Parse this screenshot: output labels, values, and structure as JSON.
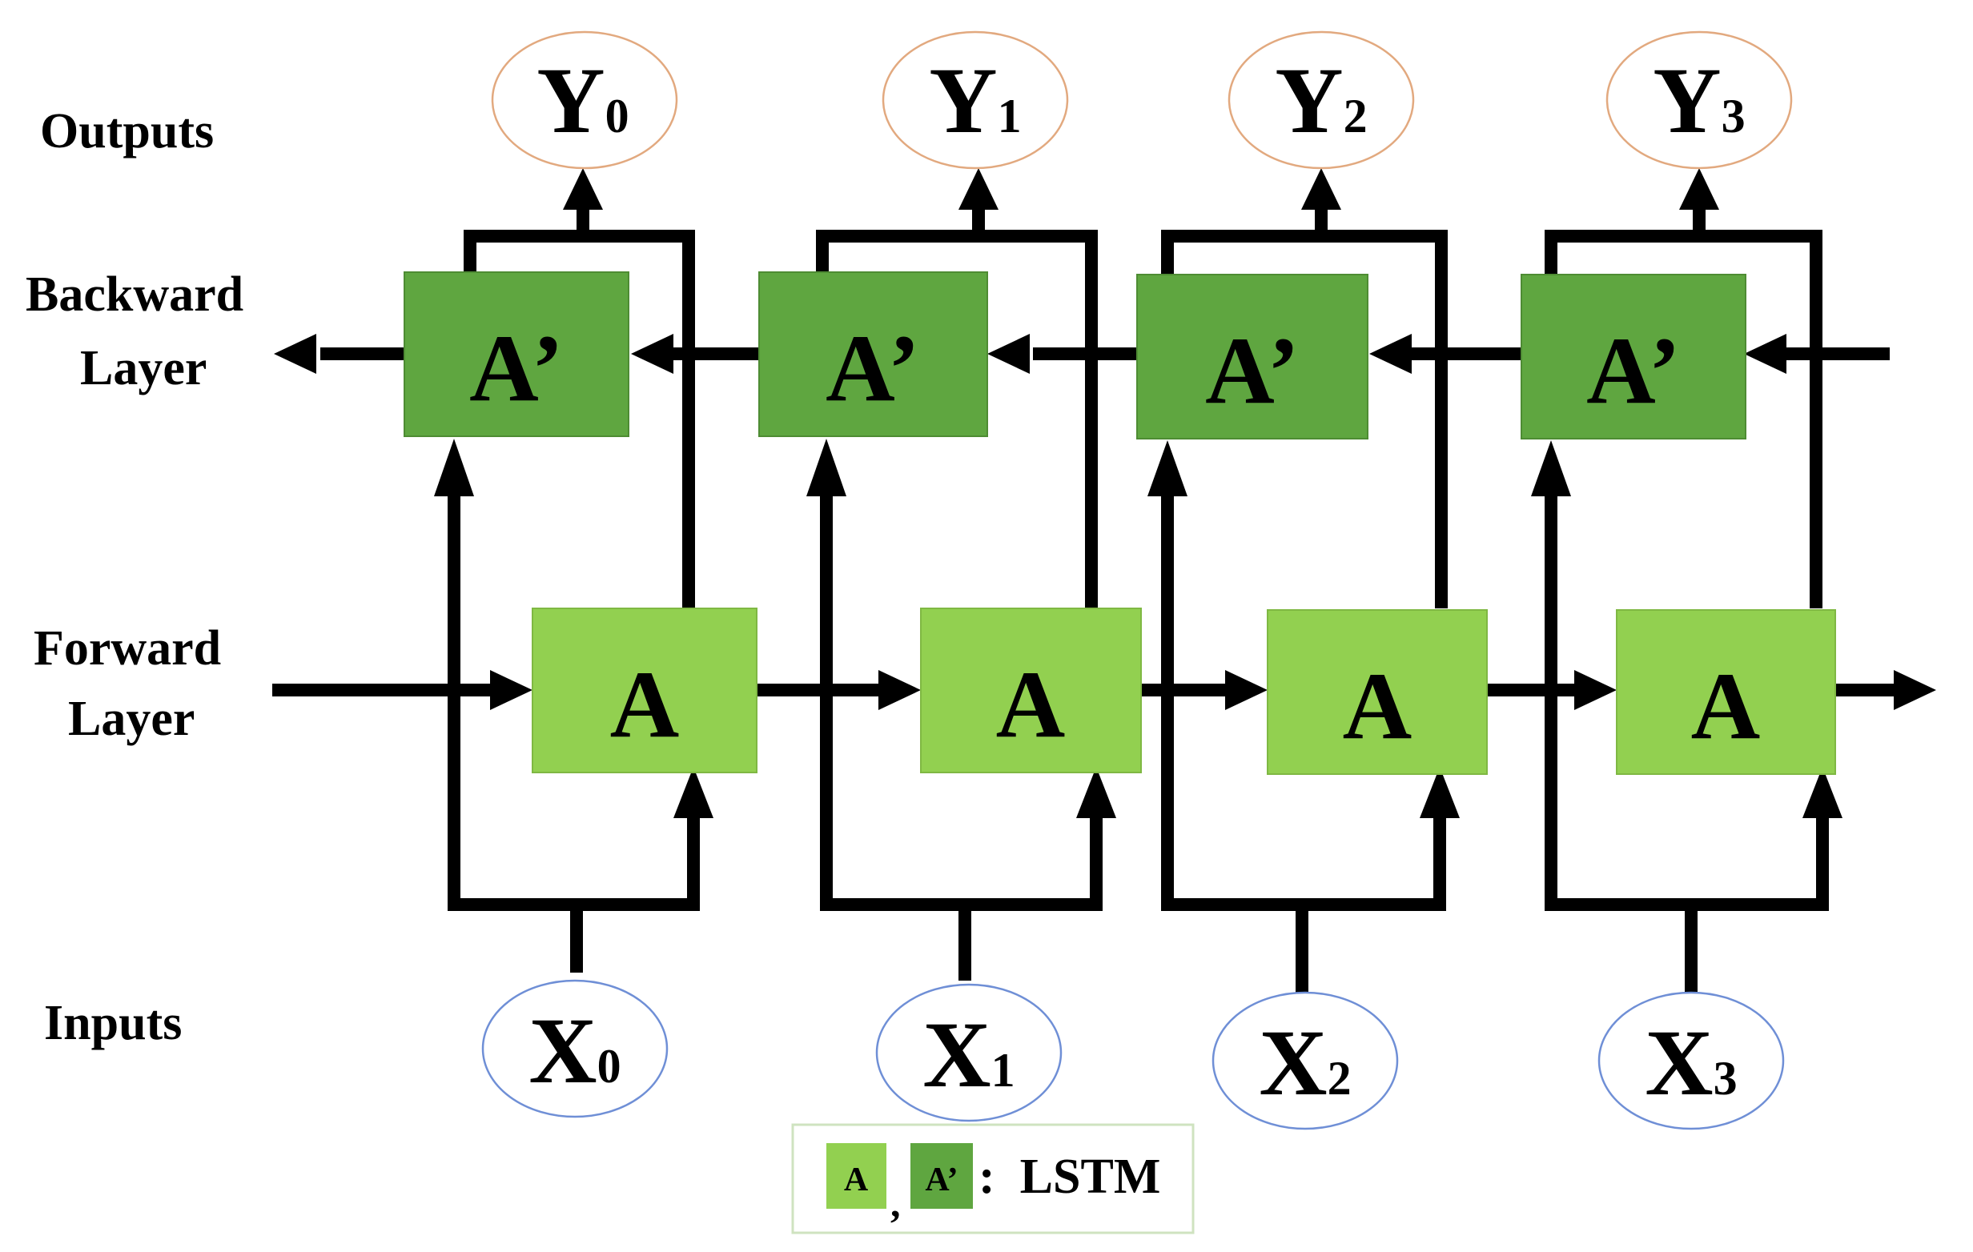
{
  "labels": {
    "outputs": "Outputs",
    "backward_line1": "Backward",
    "backward_line2": "Layer",
    "forward_line1": "Forward",
    "forward_line2": "Layer",
    "inputs": "Inputs"
  },
  "cells": {
    "forward": [
      "A",
      "A",
      "A",
      "A"
    ],
    "backward": [
      "A’",
      "A’",
      "A’",
      "A’"
    ]
  },
  "outputs": [
    {
      "letter": "Y",
      "sub": "0"
    },
    {
      "letter": "Y",
      "sub": "1"
    },
    {
      "letter": "Y",
      "sub": "2"
    },
    {
      "letter": "Y",
      "sub": "3"
    }
  ],
  "inputs": [
    {
      "letter": "X",
      "sub": "0"
    },
    {
      "letter": "X",
      "sub": "1"
    },
    {
      "letter": "X",
      "sub": "2"
    },
    {
      "letter": "X",
      "sub": "3"
    }
  ],
  "legend": {
    "forward_swatch": "A",
    "separator": ",",
    "backward_swatch": "A’",
    "text": ":  LSTM"
  },
  "colors": {
    "forward_cell": "#92d050",
    "backward_cell": "#5fa640",
    "output_ellipse_stroke": "#e2a97f",
    "input_ellipse_stroke": "#6f8fd6"
  }
}
